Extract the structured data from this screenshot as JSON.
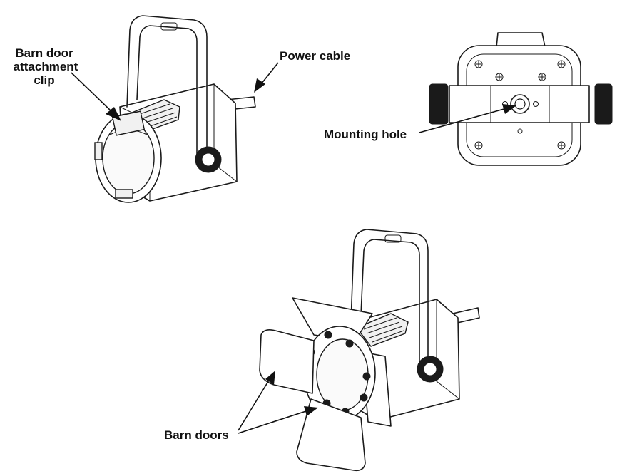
{
  "labels": {
    "barn_door_clip": [
      "Barn door",
      "attachment",
      "clip"
    ],
    "power_cable": "Power cable",
    "mounting_hole": "Mounting hole",
    "barn_doors": "Barn doors"
  }
}
